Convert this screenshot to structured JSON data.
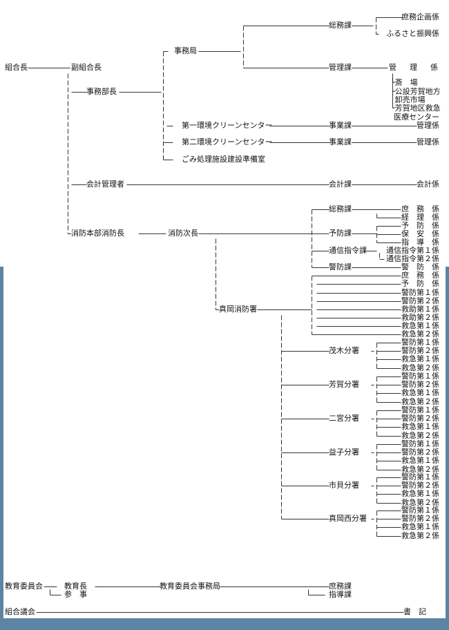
{
  "top": {
    "union_head": "組合長",
    "vice_head": "副組合長",
    "office_director": "事務部長",
    "secretariat": "事務局",
    "general_affairs": {
      "name": "総務課",
      "units": [
        "庶務企画係",
        "ふるさと振興係"
      ]
    },
    "management": {
      "name": "管理課",
      "unit": "管　理　係",
      "facilities": [
        "├斎　場",
        "├公設芳賀地方",
        "│卸売市場",
        "└芳賀地区救急",
        "医療センター"
      ]
    },
    "clean_center_1": {
      "name": "第一環境クリーンセンター",
      "section": "事業課",
      "unit": "管理係"
    },
    "clean_center_2": {
      "name": "第二環境クリーンセンター",
      "section": "事業課",
      "unit": "管理係"
    },
    "prep_office": "ごみ処理施設建設準備室",
    "accounting": {
      "manager": "会計管理者",
      "section": "会計課",
      "unit": "会計係"
    }
  },
  "fire": {
    "chief": "消防本部消防長",
    "deputy": "消防次長",
    "hq": [
      {
        "name": "総務課",
        "units": [
          "庶　務　係",
          "経　理　係"
        ]
      },
      {
        "name": "予防課",
        "units": [
          "予　防　係",
          "保　安　係",
          "指　導　係"
        ]
      },
      {
        "name": "通信指令課",
        "units": [
          "通信指令第１係",
          "通信指令第２係"
        ]
      },
      {
        "name": "警防課",
        "units": [
          "警　防　係"
        ]
      }
    ],
    "station": {
      "name": "真岡消防署",
      "units": [
        "庶　務　係",
        "予　防　係",
        "警防第１係",
        "警防第２係",
        "救助第１係",
        "救助第２係",
        "救急第１係",
        "救急第２係"
      ]
    },
    "branches": [
      {
        "name": "茂木分署",
        "units": [
          "警防第１係",
          "警防第２係",
          "救急第１係",
          "救急第２係"
        ]
      },
      {
        "name": "芳賀分署",
        "units": [
          "警防第１係",
          "警防第２係",
          "救急第１係",
          "救急第２係"
        ]
      },
      {
        "name": "二宮分署",
        "units": [
          "警防第１係",
          "警防第２係",
          "救急第１係",
          "救急第２係"
        ]
      },
      {
        "name": "益子分署",
        "units": [
          "警防第１係",
          "警防第２係",
          "救急第１係",
          "救急第２係"
        ]
      },
      {
        "name": "市貝分署",
        "units": [
          "警防第１係",
          "警防第２係",
          "救急第１係",
          "救急第２係"
        ]
      },
      {
        "name": "真岡西分署",
        "units": [
          "警防第１係",
          "警防第２係",
          "救急第１係",
          "救急第２係"
        ]
      }
    ]
  },
  "education": {
    "board": "教育委員会",
    "superintendent": "教育長",
    "counselor": "参　事",
    "office": "教育委員会事務局",
    "sections": [
      "庶務課",
      "指導課"
    ]
  },
  "assembly": {
    "name": "組合議会",
    "clerk": "書　記"
  },
  "colors": {
    "frame": "#5e84a4",
    "line": "#333333"
  }
}
